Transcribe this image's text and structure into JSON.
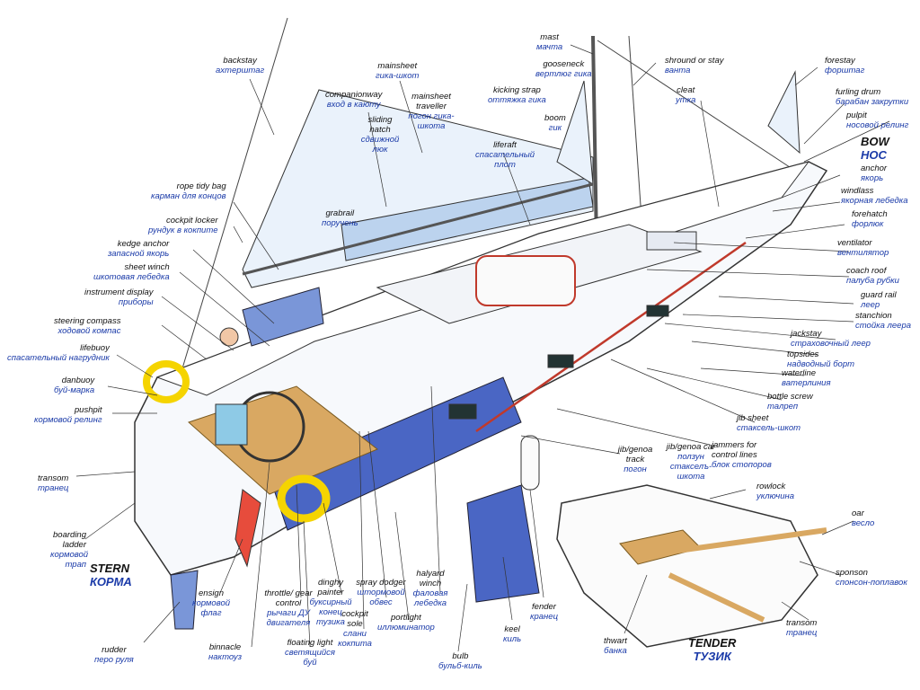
{
  "colors": {
    "english": "#111111",
    "russian": "#1a3aa8",
    "hull_blue": "#4a66c4",
    "sail_blue": "#cfe0f2",
    "deck_wood": "#d9a862",
    "rope_red": "#c0392b",
    "buoy_yellow": "#f5d400"
  },
  "labels": [
    {
      "id": "backstay",
      "en": "backstay",
      "ru": "ахтерштаг"
    },
    {
      "id": "mainsheet",
      "en": "mainsheet",
      "ru": "гика-шкот"
    },
    {
      "id": "mast",
      "en": "mast",
      "ru": "мачта"
    },
    {
      "id": "shroud",
      "en": "shround or stay",
      "ru": "ванта"
    },
    {
      "id": "forestay",
      "en": "forestay",
      "ru": "форштаг"
    },
    {
      "id": "gooseneck",
      "en": "gooseneck",
      "ru": "вертлюг гика"
    },
    {
      "id": "companionway",
      "en": "companionway",
      "ru": "вход в каюту"
    },
    {
      "id": "mainsheet-traveller",
      "en": "mainsheet traveller",
      "ru": "погон гика-шкота"
    },
    {
      "id": "kicking-strap",
      "en": "kicking strap",
      "ru": "оттяжка гика"
    },
    {
      "id": "cleat",
      "en": "cleat",
      "ru": "утка"
    },
    {
      "id": "furling-drum",
      "en": "furling drum",
      "ru": "барабан закрутки"
    },
    {
      "id": "pulpit",
      "en": "pulpit",
      "ru": "носовой релинг"
    },
    {
      "id": "sliding-hatch",
      "en": "sliding hatch",
      "ru": "сдвижной люк"
    },
    {
      "id": "boom",
      "en": "boom",
      "ru": "гик"
    },
    {
      "id": "liferaft",
      "en": "liferaft",
      "ru": "спасательный плот"
    },
    {
      "id": "rope-tidy-bag",
      "en": "rope tidy bag",
      "ru": "карман для концов"
    },
    {
      "id": "anchor",
      "en": "anchor",
      "ru": "якорь"
    },
    {
      "id": "windlass",
      "en": "windlass",
      "ru": "якорная лебедка"
    },
    {
      "id": "cockpit-locker",
      "en": "cockpit locker",
      "ru": "рундук в кокпите"
    },
    {
      "id": "grabrail",
      "en": "grabrail",
      "ru": "поручень"
    },
    {
      "id": "forehatch",
      "en": "forehatch",
      "ru": "форлюк"
    },
    {
      "id": "kedge-anchor",
      "en": "kedge anchor",
      "ru": "запасной якорь"
    },
    {
      "id": "ventilator",
      "en": "ventilator",
      "ru": "вентилятор"
    },
    {
      "id": "sheet-winch",
      "en": "sheet winch",
      "ru": "шкотовая лебедка"
    },
    {
      "id": "coach-roof",
      "en": "coach roof",
      "ru": "палуба рубки"
    },
    {
      "id": "instrument-display",
      "en": "instrument display",
      "ru": "приборы"
    },
    {
      "id": "guard-rail",
      "en": "guard rail",
      "ru": "леер"
    },
    {
      "id": "stanchion",
      "en": "stanchion",
      "ru": "стойка леера"
    },
    {
      "id": "steering-compass",
      "en": "steering compass",
      "ru": "ходовой компас"
    },
    {
      "id": "jackstay",
      "en": "jackstay",
      "ru": "страховочный леер"
    },
    {
      "id": "lifebuoy",
      "en": "lifebuoy",
      "ru": "спасательный нагрудник"
    },
    {
      "id": "topsides",
      "en": "topsides",
      "ru": "надводный борт"
    },
    {
      "id": "waterline",
      "en": "waterline",
      "ru": "ватерлиния"
    },
    {
      "id": "danbuoy",
      "en": "danbuoy",
      "ru": "буй-марка"
    },
    {
      "id": "bottle-screw",
      "en": "bottle screw",
      "ru": "талреп"
    },
    {
      "id": "pushpit",
      "en": "pushpit",
      "ru": "кормовой релинг"
    },
    {
      "id": "jib-sheet",
      "en": "jib sheet",
      "ru": "стаксель-шкот"
    },
    {
      "id": "jammers",
      "en": "jammers for control lines",
      "ru": "блок стопоров"
    },
    {
      "id": "jib-genoa-track",
      "en": "jib/genoa track",
      "ru": "погон"
    },
    {
      "id": "jib-genoa-car",
      "en": "jib/genoa car",
      "ru": "ползун стакселъ-шкота"
    },
    {
      "id": "transom",
      "en": "transom",
      "ru": "транец"
    },
    {
      "id": "rowlock",
      "en": "rowlock",
      "ru": "уключина"
    },
    {
      "id": "oar",
      "en": "oar",
      "ru": "весло"
    },
    {
      "id": "boarding-ladder",
      "en": "boarding ladder",
      "ru": "кормовой трап"
    },
    {
      "id": "sponson",
      "en": "sponson",
      "ru": "спонсон-поплавок"
    },
    {
      "id": "halyard-winch",
      "en": "halyard winch",
      "ru": "фаловая лебедка"
    },
    {
      "id": "spray-dodger",
      "en": "spray dodger",
      "ru": "штормовой обвес"
    },
    {
      "id": "dinghy-painter",
      "en": "dinghy painter",
      "ru": "буксирный конец тузика"
    },
    {
      "id": "cockpit-sole",
      "en": "cockpit sole",
      "ru": "слани кокпита"
    },
    {
      "id": "throttle",
      "en": "throttle/ gear control",
      "ru": "рычаги ДУ двигателя"
    },
    {
      "id": "ensign",
      "en": "ensign",
      "ru": "кормовой флаг"
    },
    {
      "id": "binnacle",
      "en": "binnacle",
      "ru": "нактоуз"
    },
    {
      "id": "floating-light",
      "en": "floating light",
      "ru": "светящийся буй"
    },
    {
      "id": "portlight",
      "en": "portlight",
      "ru": "иллюминатор"
    },
    {
      "id": "fender",
      "en": "fender",
      "ru": "кранец"
    },
    {
      "id": "keel",
      "en": "keel",
      "ru": "киль"
    },
    {
      "id": "bulb",
      "en": "bulb",
      "ru": "бульб-киль"
    },
    {
      "id": "rudder",
      "en": "rudder",
      "ru": "перо руля"
    },
    {
      "id": "thwart",
      "en": "thwart",
      "ru": "банка"
    },
    {
      "id": "tender-transom",
      "en": "transom",
      "ru": "транец"
    }
  ],
  "titles": {
    "bow": {
      "en": "BOW",
      "ru": "НОС"
    },
    "stern": {
      "en": "STERN",
      "ru": "КОРМА"
    },
    "tender": {
      "en": "TENDER",
      "ru": "ТУЗИК"
    }
  }
}
